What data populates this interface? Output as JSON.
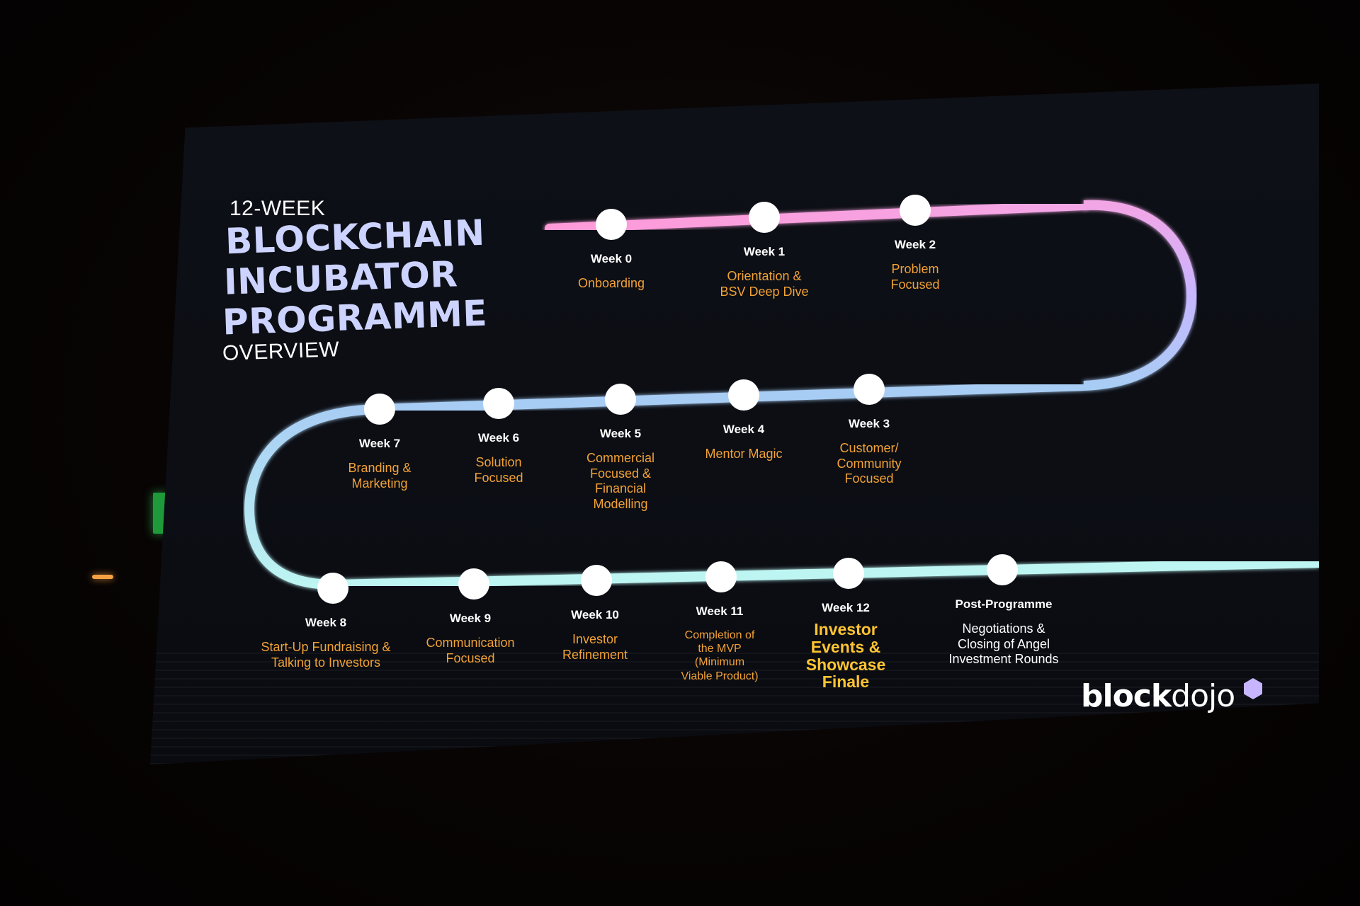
{
  "title": {
    "top": "12-WEEK",
    "lines": [
      "BLOCKCHAIN",
      "INCUBATOR",
      "PROGRAMME"
    ],
    "bottom": "OVERVIEW"
  },
  "milestones": [
    {
      "week": "Week 0",
      "desc": "Onboarding"
    },
    {
      "week": "Week 1",
      "desc": "Orientation &\nBSV Deep Dive"
    },
    {
      "week": "Week 2",
      "desc": "Problem\nFocused"
    },
    {
      "week": "Week 3",
      "desc": "Customer/\nCommunity\nFocused"
    },
    {
      "week": "Week 4",
      "desc": "Mentor Magic"
    },
    {
      "week": "Week 5",
      "desc": "Commercial\nFocused &\nFinancial\nModelling"
    },
    {
      "week": "Week 6",
      "desc": "Solution\nFocused"
    },
    {
      "week": "Week 7",
      "desc": "Branding &\nMarketing"
    },
    {
      "week": "Week 8",
      "desc": "Start-Up Fundraising &\nTalking to Investors"
    },
    {
      "week": "Week 9",
      "desc": "Communication\nFocused"
    },
    {
      "week": "Week 10",
      "desc": "Investor\nRefinement"
    },
    {
      "week": "Week 11",
      "desc": "Completion of\nthe MVP\n(Minimum\nViable Product)"
    },
    {
      "week": "Week 12",
      "desc": "Investor\nEvents &\nShowcase\nFinale"
    },
    {
      "week": "Post-Programme",
      "desc": "Negotiations &\nClosing of Angel\nInvestment Rounds"
    }
  ],
  "logo": {
    "part1": "block",
    "part2": "dojo"
  },
  "colors": {
    "track_pink": "#ff9ad8",
    "track_lavender": "#c7b6ff",
    "track_blue": "#a8cdf4",
    "track_cyan": "#bdf5f2",
    "title_color": "#ccd3ff",
    "desc_orange": "#f2a236",
    "highlight_yellow": "#ffc432",
    "logo_hex": "#c7b6ff"
  }
}
